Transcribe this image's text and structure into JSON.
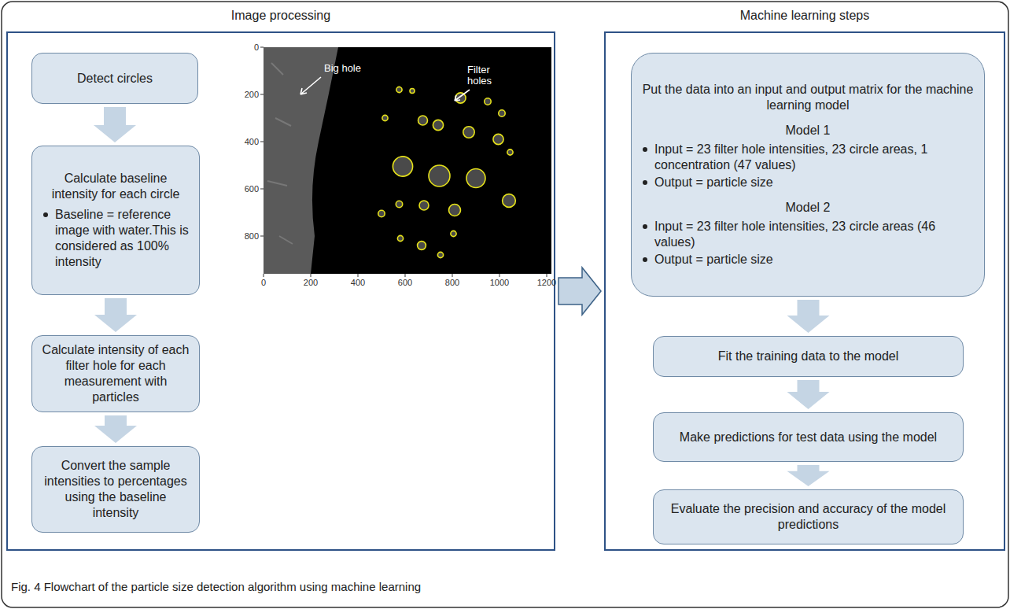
{
  "diagram": {
    "caption": "Fig. 4 Flowchart of the particle size detection algorithm using machine learning",
    "nodes": [
      {
        "text": [
          "Image processing"
        ]
      },
      {
        "text": [
          "Detect circles"
        ],
        "in": 0
      },
      {
        "text": [
          "Calculate baseline intensity for each circle",
          "Baseline = reference image with water.This is considered as 100% intensity"
        ],
        "in": 0
      },
      {
        "text": [
          "Calculate intensity of each filter hole for each measurement with particles"
        ],
        "in": 0
      },
      {
        "text": [
          "Convert the sample intensities to percentages using the baseline intensity"
        ],
        "in": 0
      },
      {
        "text": [
          "Machine learning steps"
        ]
      },
      {
        "text": [
          "Put the data into an input and output matrix for the machine learning model",
          "Model 1",
          "Input = 23 filter hole intensities, 23 circle areas, 1 concentration (47 values)",
          "Output = particle size",
          "Model 2",
          "Input = 23 filter hole intensities, 23 circle areas (46 values)",
          "Output = particle size"
        ],
        "in": 5
      },
      {
        "text": [
          "Fit the training data to the model"
        ],
        "in": 5
      },
      {
        "text": [
          "Make predictions for test data using the model"
        ],
        "in": 5
      },
      {
        "text": [
          "Evaluate the precision and accuracy of the model predictions"
        ],
        "in": 5
      }
    ],
    "edges": [
      {
        "from": 1,
        "to": 2,
        "arrow": "to"
      },
      {
        "from": 2,
        "to": 3,
        "arrow": "to"
      },
      {
        "from": 3,
        "to": 4,
        "arrow": "to"
      },
      {
        "from": 0,
        "to": 5,
        "arrow": "to"
      },
      {
        "from": 6,
        "to": 7,
        "arrow": "to"
      },
      {
        "from": 7,
        "to": 8,
        "arrow": "to"
      },
      {
        "from": 8,
        "to": 9,
        "arrow": "to"
      }
    ],
    "labels": [
      "Big hole",
      "Filter holes",
      "0",
      "200",
      "400",
      "600",
      "800",
      "0",
      "200",
      "400",
      "600",
      "800",
      "1000",
      "1200"
    ]
  }
}
